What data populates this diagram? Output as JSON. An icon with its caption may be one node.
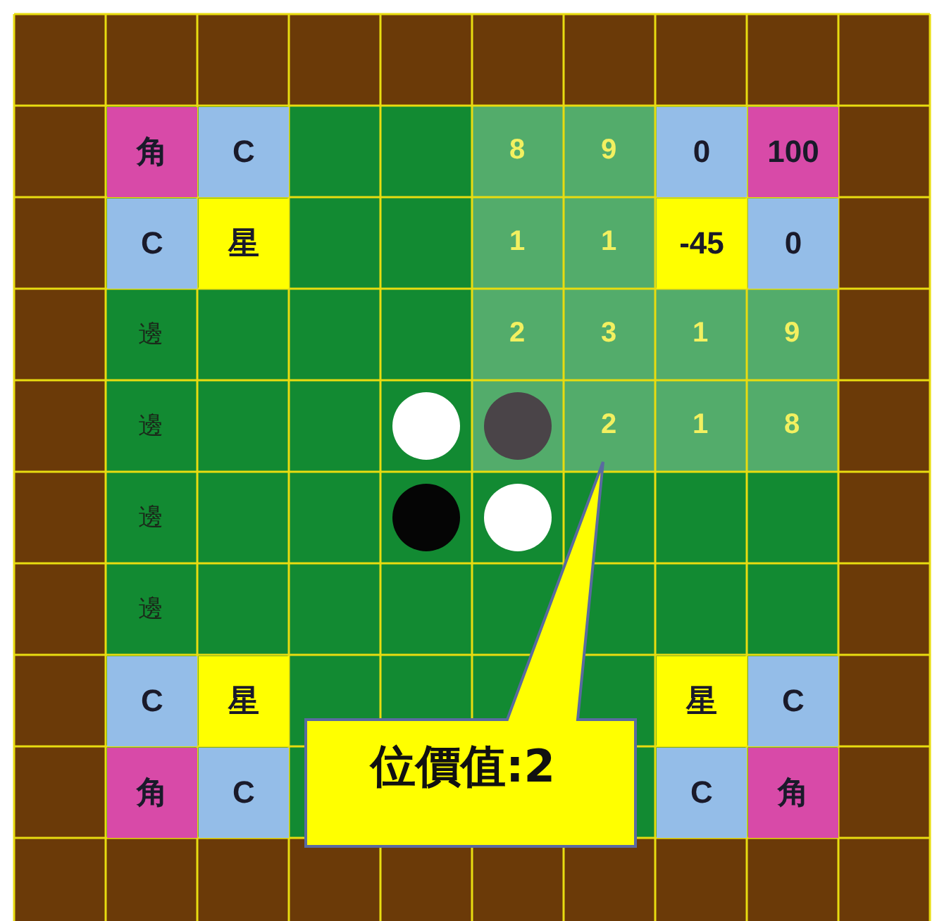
{
  "diagram": {
    "nodes": [
      {
        "text": [
          "位價值:**2**"
        ]
      }
    ],
    "edges": [],
    "labels": [
      "角",
      "C",
      "8",
      "9",
      "0",
      "100",
      "C",
      "星",
      "1",
      "1",
      "-45",
      "0",
      "邊",
      "2",
      "3",
      "1",
      "9",
      "邊",
      "2",
      "1",
      "8",
      "邊",
      "邊",
      "C",
      "星",
      "星",
      "C",
      "角",
      "C",
      "C",
      "角"
    ]
  }
}
